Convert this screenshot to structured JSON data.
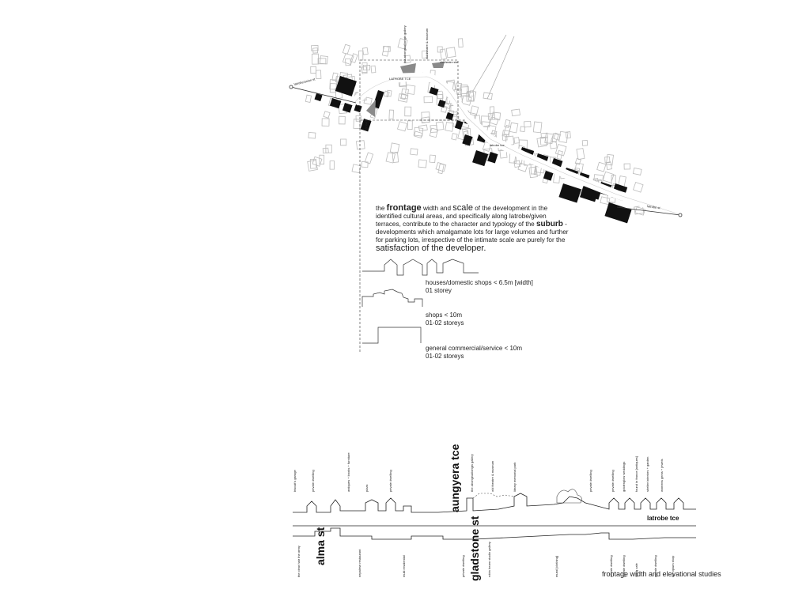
{
  "map": {
    "street_labels": {
      "top_left": "latrobe/union st",
      "heritage_center": "LATROBE TCE",
      "mid_left": "ma st",
      "middle": "latrobe tce",
      "right": "latrobe st"
    },
    "top_labels": [
      "the aboriginal/origin gallery",
      "old theatre & museum",
      "old theatre site"
    ]
  },
  "paragraph": {
    "p1": "the ",
    "w1": "frontage",
    "p2": " width and ",
    "w2": "scale",
    "p3": " of the development in the identified cultural areas, and specifically along latrobe/given terraces, contribute to the character and typology of the ",
    "w3": "suburb",
    "p4": " - developments which amalgamate lots for large volumes and further for parking lots, irrespective of the intimate scale are purely for the ",
    "w4": "satisfaction of the developer."
  },
  "typologies": [
    {
      "line1": "houses/domestic shops < 6.5m [width]",
      "line2": "01 storey"
    },
    {
      "line1": "shops < 10m",
      "line2": "01-02 storeys"
    },
    {
      "line1": "general commercial/service < 10m",
      "line2": "01-02 storeys"
    }
  ],
  "upper_section": {
    "street_names": {
      "mid": "aungyera tce",
      "right": "latrobe tce"
    },
    "labels": [
      "biscuit's garage",
      "private dwelling",
      "antiques + books + furniture",
      "pizza",
      "private dwelling",
      "the aboriginal/origin gallery",
      "old theatre & museum",
      "library memorial park",
      "private dwelling",
      "private dwelling",
      "goldenglow weddings",
      "found in france [antiques]",
      "shelter interiors + garden",
      "womens gems + jewels"
    ]
  },
  "lower_section": {
    "street_names": {
      "left": "alma st",
      "mid": "gladstone st"
    },
    "labels": [
      "the clear hair the army",
      "nepalese restaurant",
      "multi residential",
      "private dwelling",
      "robin hearn studio gallery",
      "mural [clothing]",
      "private dwelling",
      "private dwelling",
      "living cafe",
      "private dwelling",
      "the opium shop"
    ]
  },
  "caption": "frontage width and elevational studies"
}
